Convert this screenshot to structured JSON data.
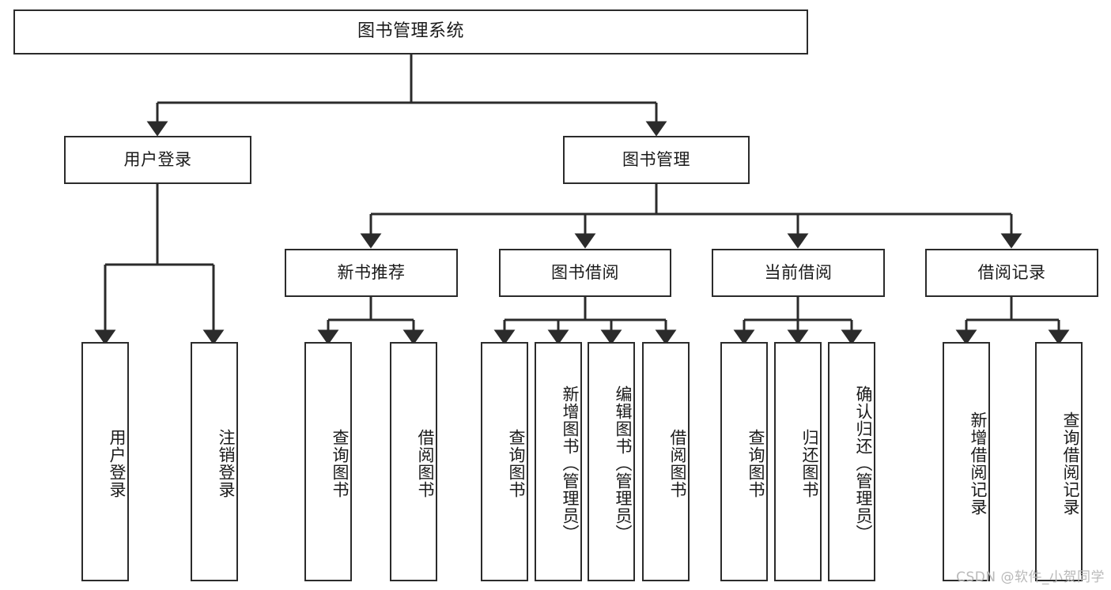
{
  "diagram": {
    "type": "tree",
    "title": "图书管理系统",
    "root": {
      "id": "root",
      "label": "图书管理系统"
    },
    "level2": [
      {
        "id": "user-login",
        "label": "用户登录"
      },
      {
        "id": "book-manage",
        "label": "图书管理"
      }
    ],
    "level3": [
      {
        "id": "new-book-rec",
        "label": "新书推荐",
        "parent": "book-manage"
      },
      {
        "id": "book-borrow",
        "label": "图书借阅",
        "parent": "book-manage"
      },
      {
        "id": "current-borrow",
        "label": "当前借阅",
        "parent": "book-manage"
      },
      {
        "id": "borrow-record",
        "label": "借阅记录",
        "parent": "book-manage"
      }
    ],
    "leaves": {
      "user-login": [
        {
          "id": "leaf-user-login",
          "label": "用户登录"
        },
        {
          "id": "leaf-logout",
          "label": "注销登录"
        }
      ],
      "new-book-rec": [
        {
          "id": "leaf-query-book-1",
          "label": "查询图书"
        },
        {
          "id": "leaf-borrow-book-1",
          "label": "借阅图书"
        }
      ],
      "book-borrow": [
        {
          "id": "leaf-query-book-2",
          "label": "查询图书"
        },
        {
          "id": "leaf-add-book",
          "label": "新增图书（管理员）"
        },
        {
          "id": "leaf-edit-book",
          "label": "编辑图书（管理员）"
        },
        {
          "id": "leaf-borrow-book-2",
          "label": "借阅图书"
        }
      ],
      "current-borrow": [
        {
          "id": "leaf-query-book-3",
          "label": "查询图书"
        },
        {
          "id": "leaf-return-book",
          "label": "归还图书"
        },
        {
          "id": "leaf-confirm-return",
          "label": "确认归还（管理员）"
        }
      ],
      "borrow-record": [
        {
          "id": "leaf-add-record",
          "label": "新增借阅记录"
        },
        {
          "id": "leaf-query-record",
          "label": "查询借阅记录"
        }
      ]
    }
  },
  "watermark": {
    "text": "CSDN @软件_小贺同学"
  },
  "colors": {
    "box_border": "#2b2b2b",
    "box_fill": "#ffffff",
    "connector": "#2b2b2b",
    "text": "#1a1a1a",
    "watermark": "#b9b9b9",
    "background": "#ffffff"
  }
}
